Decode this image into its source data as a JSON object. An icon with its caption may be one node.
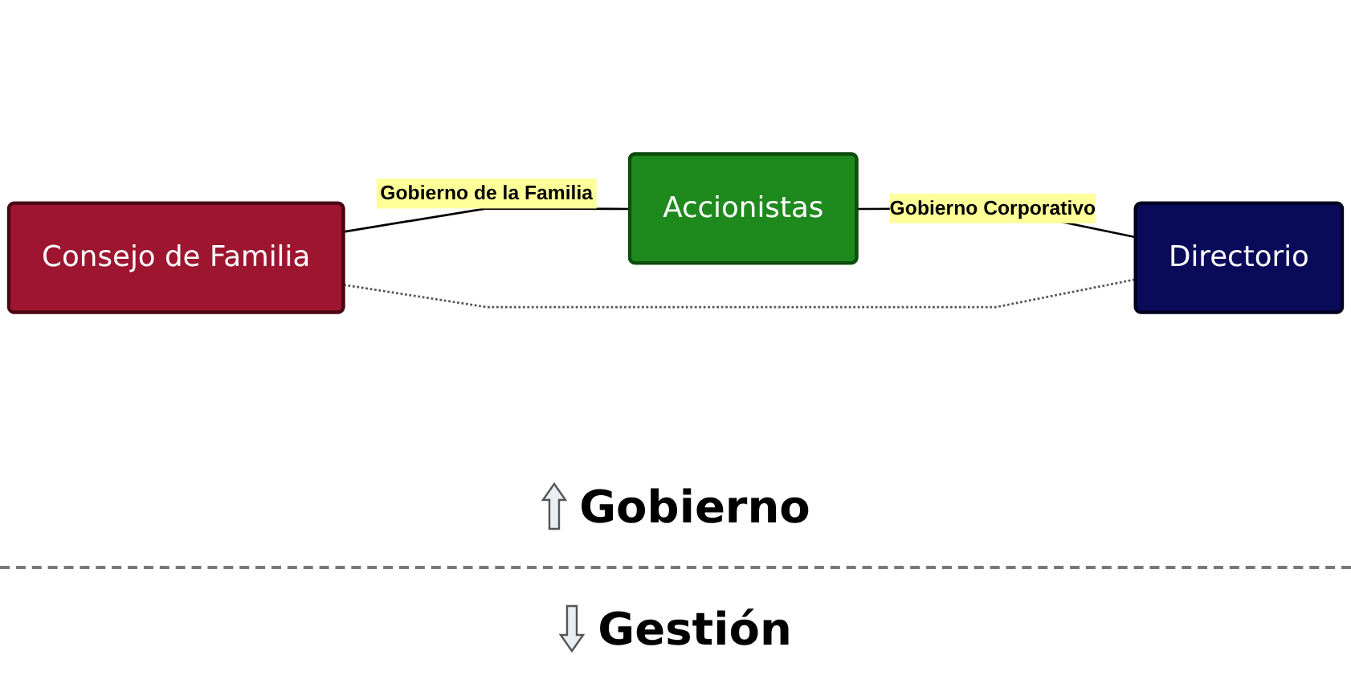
{
  "diagram": {
    "nodes": [
      {
        "text": [
          "Accionistas"
        ]
      },
      {
        "text": [
          "Consejo de Familia"
        ]
      },
      {
        "text": [
          "Directorio"
        ]
      }
    ],
    "edges": [
      {
        "from": 0,
        "to": 1,
        "arrow": "none",
        "label": "Gobierno de la Familia"
      },
      {
        "from": 0,
        "to": 2,
        "arrow": "none",
        "label": "Gobierno Corporativo"
      },
      {
        "from": 1,
        "to": 2,
        "arrow": "none",
        "style": "dashed"
      }
    ],
    "labels": [
      "Gobierno",
      "Gestión"
    ]
  }
}
